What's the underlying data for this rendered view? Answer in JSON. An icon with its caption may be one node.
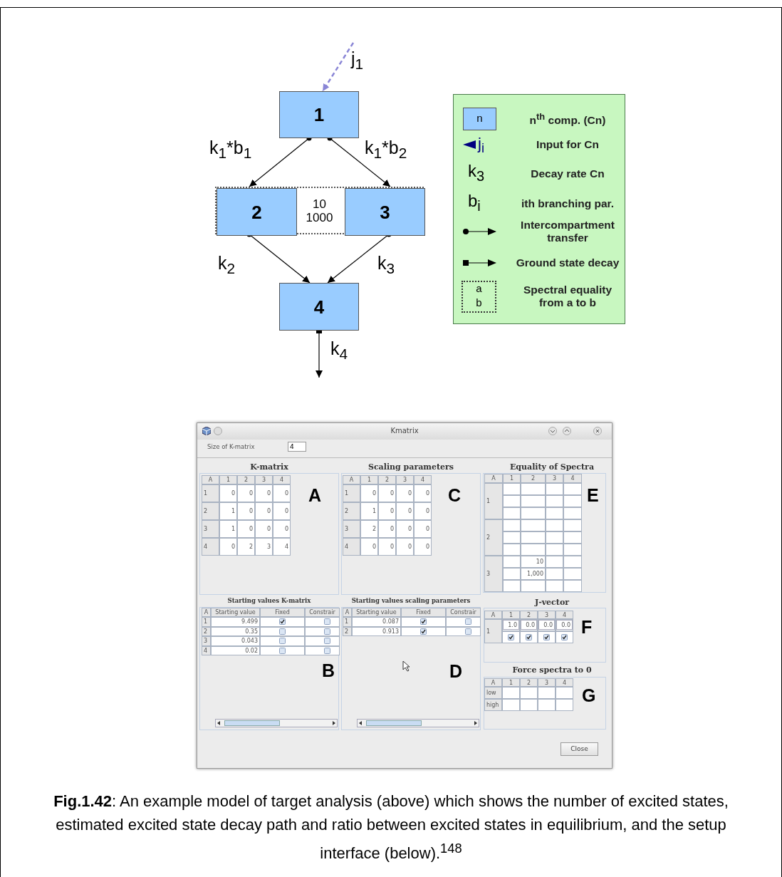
{
  "diagram": {
    "caption": "**Fig.1.42**: An example model of target analysis (above) which shows the number of excited states, estimated excited state decay path and ratio between excited states in equilibrium, and the setup interface (below).$^{148}$",
    "nodes": [
      {
        "text": [
          "1"
        ]
      },
      {
        "text": [
          "10",
          "1000"
        ]
      },
      {
        "text": [
          "2"
        ],
        "in": 1
      },
      {
        "text": [
          "3"
        ],
        "in": 1
      },
      {
        "text": [
          "4"
        ]
      }
    ],
    "edges": [
      {
        "from": null,
        "to": 0,
        "arrow": "to",
        "label": "j$_{1}$",
        "style": "dashed",
        "color": "#8a86d6"
      },
      {
        "from": 0,
        "to": 2,
        "arrow": "to",
        "label": "k$_{1}$*b$_{1}$"
      },
      {
        "from": 0,
        "to": 3,
        "arrow": "to",
        "label": "k$_{1}$*b$_{2}$"
      },
      {
        "from": 2,
        "to": 4,
        "arrow": "to",
        "label": "k$_{2}$"
      },
      {
        "from": 3,
        "to": 4,
        "arrow": "to",
        "label": "k$_{3}$"
      },
      {
        "from": 4,
        "to": null,
        "arrow": "to",
        "label": "k$_{4}$"
      }
    ],
    "labels": [
      "n",
      "j$_{i}$",
      "k$_{3}$",
      "b$_{i}$",
      "a",
      "b",
      "Kmatrix",
      "Size of K-matrix",
      "4",
      "K-matrix",
      "A",
      "1",
      "2",
      "3",
      "4",
      "1",
      "0",
      "0",
      "0",
      "0",
      "2",
      "1",
      "0",
      "0",
      "0",
      "3",
      "1",
      "0",
      "0",
      "0",
      "4",
      "0",
      "2",
      "3",
      "4",
      "A",
      "Scaling parameters",
      "A",
      "1",
      "2",
      "3",
      "4",
      "1",
      "0",
      "0",
      "0",
      "0",
      "2",
      "1",
      "0",
      "0",
      "0",
      "3",
      "2",
      "0",
      "0",
      "0",
      "4",
      "0",
      "0",
      "0",
      "0",
      "C",
      "Equality of Spectra",
      "A",
      "1",
      "2",
      "3",
      "4",
      "1",
      "2",
      "3",
      "10",
      "1,000",
      "E",
      "Starting values K-matrix",
      "A",
      "Starting value",
      "Fixed",
      "Constrair",
      "1",
      "9.499",
      "2",
      "0.35",
      "3",
      "0.043",
      "4",
      "0.02",
      "B",
      "Starting values scaling parameters",
      "A",
      "Starting value",
      "Fixed",
      "Constrair",
      "1",
      "0.087",
      "2",
      "0.913",
      "D",
      "J-vector",
      "A",
      "1",
      "2",
      "3",
      "4",
      "1",
      "1.0",
      "0.0",
      "0.0",
      "0.0",
      "F",
      "Force spectra to 0",
      "A",
      "1",
      "2",
      "3",
      "4",
      "low",
      "high",
      "G",
      "Close"
    ],
    "legend": [
      {
        "text": "n$^{th}$ comp. (Cn)",
        "color": "#99ccff"
      },
      {
        "text": "Input for Cn"
      },
      {
        "text": "Decay rate Cn"
      },
      {
        "text": "ith branching par."
      },
      {
        "text": "Intercompartment transfer"
      },
      {
        "text": "Ground state decay"
      },
      {
        "text": "Spectral equality from a to b"
      }
    ]
  }
}
